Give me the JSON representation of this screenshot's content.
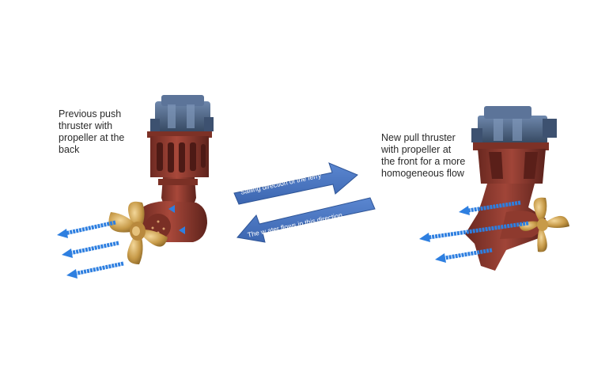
{
  "captions": {
    "left": "Previous push\nthruster with\npropeller at the\nback",
    "right": "New pull thruster\nwith propeller at\nthe front for a more\nhomogeneous flow"
  },
  "arrows": {
    "sailing_label": "Sailing  direction of the ferry",
    "water_label": "The w ater flows in this direction"
  },
  "colors": {
    "arrow_fill": "#4472c4",
    "arrow_stroke": "#2f5597",
    "flow_arrow": "#2e7fe0",
    "hull_red": "#8b3a2e",
    "motor_blue": "#4a6387",
    "propeller_gold": "#c9a050"
  }
}
